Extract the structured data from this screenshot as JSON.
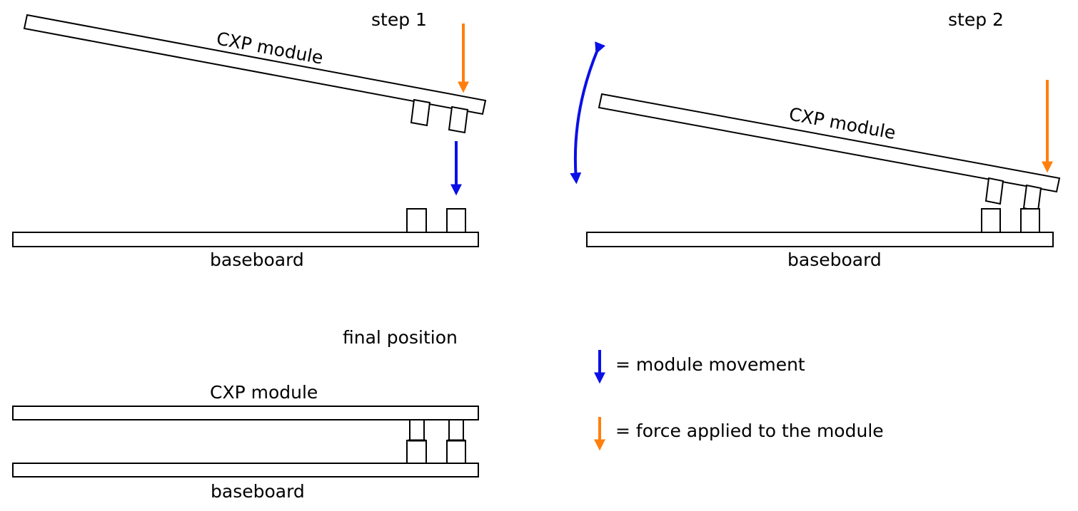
{
  "step1": {
    "title": "step 1",
    "module_label": "CXP module",
    "board_label": "baseboard"
  },
  "step2": {
    "title": "step 2",
    "module_label": "CXP module",
    "board_label": "baseboard"
  },
  "final": {
    "title": "final position",
    "module_label": "CXP module",
    "board_label": "baseboard"
  },
  "legend": {
    "movement_label": "= module movement",
    "force_label": "= force applied to the module"
  },
  "colors": {
    "movement": "#0a10e6",
    "force": "#ff7f0e",
    "outline": "#000000"
  }
}
